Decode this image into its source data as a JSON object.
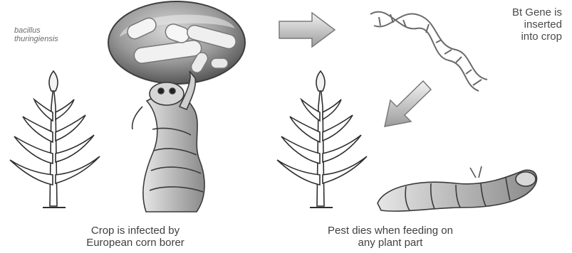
{
  "bacterium": {
    "label_line1": "bacillus",
    "label_line2": "thuringiensis"
  },
  "gene_note": {
    "line1": "Bt Gene is",
    "line2": "inserted",
    "line3": "into crop"
  },
  "captions": {
    "left_line1": "Crop is infected by",
    "left_line2": "European corn borer",
    "right_line1": "Pest dies when feeding on",
    "right_line2": "any plant part"
  },
  "icons": [
    "bacterium-cell-icon",
    "arrow-right-icon",
    "dna-helix-icon",
    "arrow-down-left-icon",
    "corn-plant-icon",
    "caterpillar-icon",
    "dead-caterpillar-icon"
  ]
}
